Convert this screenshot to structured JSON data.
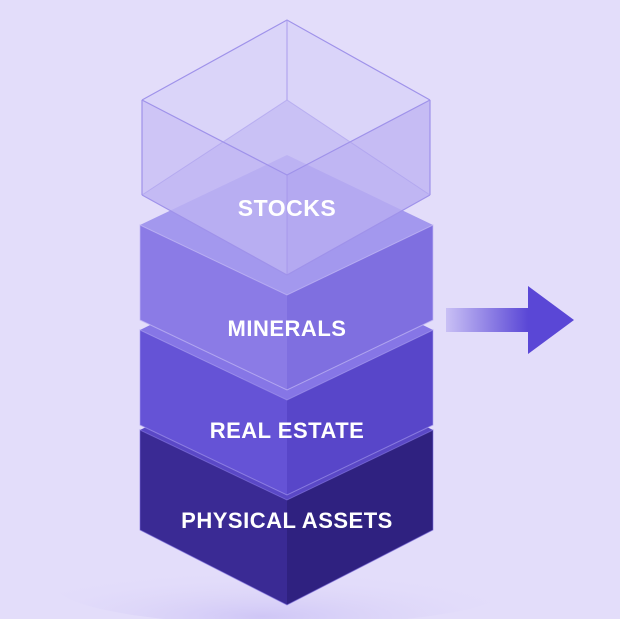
{
  "diagram": {
    "layers": [
      {
        "label": "STOCKS",
        "color": "#b9aef2"
      },
      {
        "label": "MINERALS",
        "color": "#8f7fe8"
      },
      {
        "label": "REAL ESTATE",
        "color": "#6a58dc"
      },
      {
        "label": "PHYSICAL ASSETS",
        "color": "#3d2c9a"
      }
    ],
    "arrow": {
      "color": "#5a47d6",
      "icon": "arrow-right-icon"
    },
    "background": "#e3ddfa"
  }
}
